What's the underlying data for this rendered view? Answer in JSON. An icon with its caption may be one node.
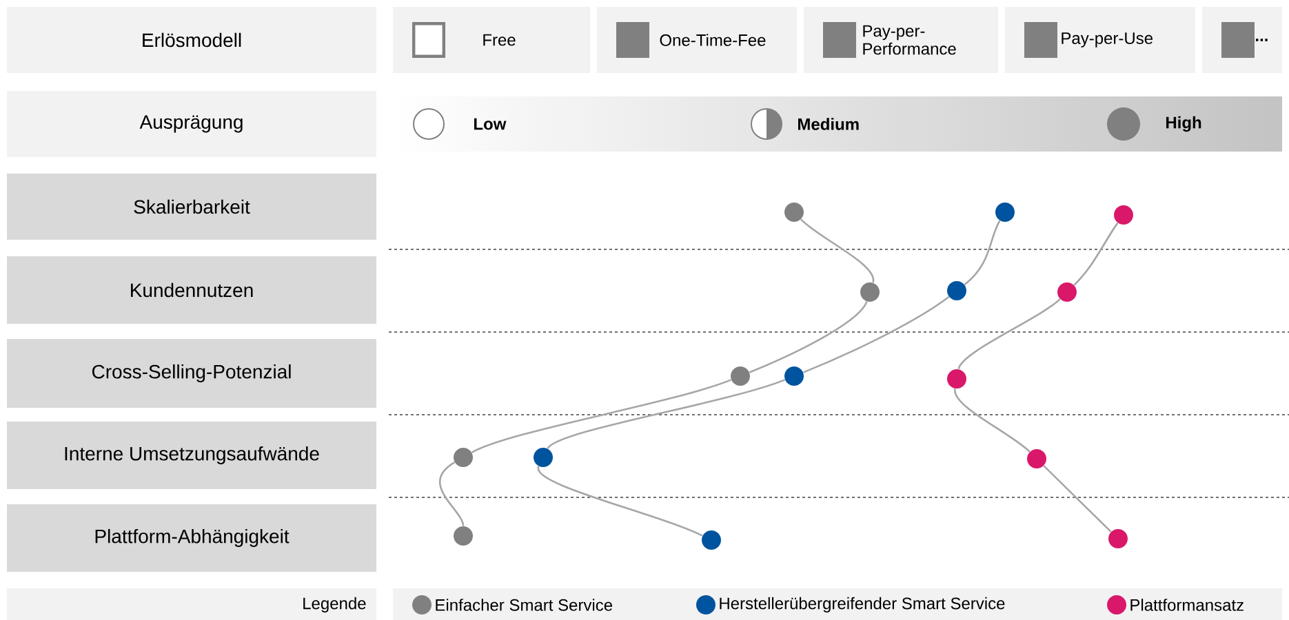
{
  "diagram": {
    "nodes": [
      {
        "text": [
          "Erlösmodell"
        ]
      },
      {
        "text": [
          "Free"
        ]
      },
      {
        "text": [
          "One-Time-Fee"
        ]
      },
      {
        "text": [
          "Pay-per-Performance"
        ]
      },
      {
        "text": [
          "Pay-per-Use"
        ]
      },
      {
        "text": [
          "..."
        ]
      },
      {
        "text": [
          "Ausprägung"
        ]
      },
      {
        "text": [
          "Low",
          "Medium",
          "High"
        ]
      },
      {
        "text": [
          "Skalierbarkeit"
        ]
      },
      {
        "text": [
          "Kundennutzen"
        ]
      },
      {
        "text": [
          "Cross-Selling-Potenzial"
        ]
      },
      {
        "text": [
          "Interne Umsetzungsaufwände"
        ]
      },
      {
        "text": [
          "Plattform-Abhängigkeit"
        ]
      },
      {
        "text": [],
        "shape": "circle"
      },
      {
        "text": [],
        "shape": "circle"
      },
      {
        "text": [],
        "shape": "circle"
      },
      {
        "text": [],
        "shape": "circle"
      },
      {
        "text": [],
        "shape": "circle"
      },
      {
        "text": [],
        "shape": "circle"
      },
      {
        "text": [],
        "shape": "circle"
      },
      {
        "text": [],
        "shape": "circle"
      },
      {
        "text": [],
        "shape": "circle"
      },
      {
        "text": [],
        "shape": "circle"
      },
      {
        "text": [],
        "shape": "circle"
      },
      {
        "text": [],
        "shape": "circle"
      },
      {
        "text": [],
        "shape": "circle"
      },
      {
        "text": [],
        "shape": "circle"
      },
      {
        "text": [],
        "shape": "circle"
      }
    ],
    "edges": [
      {
        "from": 13,
        "to": 14,
        "arrow": "none"
      },
      {
        "from": 14,
        "to": 15,
        "arrow": "none"
      },
      {
        "from": 15,
        "to": 16,
        "arrow": "none"
      },
      {
        "from": 16,
        "to": 17,
        "arrow": "none"
      },
      {
        "from": 18,
        "to": 19,
        "arrow": "none"
      },
      {
        "from": 19,
        "to": 20,
        "arrow": "none"
      },
      {
        "from": 20,
        "to": 21,
        "arrow": "none"
      },
      {
        "from": 21,
        "to": 22,
        "arrow": "none"
      },
      {
        "from": 23,
        "to": 24,
        "arrow": "none"
      },
      {
        "from": 24,
        "to": 25,
        "arrow": "none"
      },
      {
        "from": 25,
        "to": 26,
        "arrow": "none"
      },
      {
        "from": 26,
        "to": 27,
        "arrow": "none"
      }
    ],
    "labels": [
      "Legende"
    ],
    "legend": [
      {
        "text": "Einfacher Smart Service",
        "color": "#808080"
      },
      {
        "text": "Herstellerübergreifender Smart Service",
        "color": "#00539f"
      },
      {
        "text": "Plattformansatz",
        "color": "#d9186a"
      }
    ]
  }
}
